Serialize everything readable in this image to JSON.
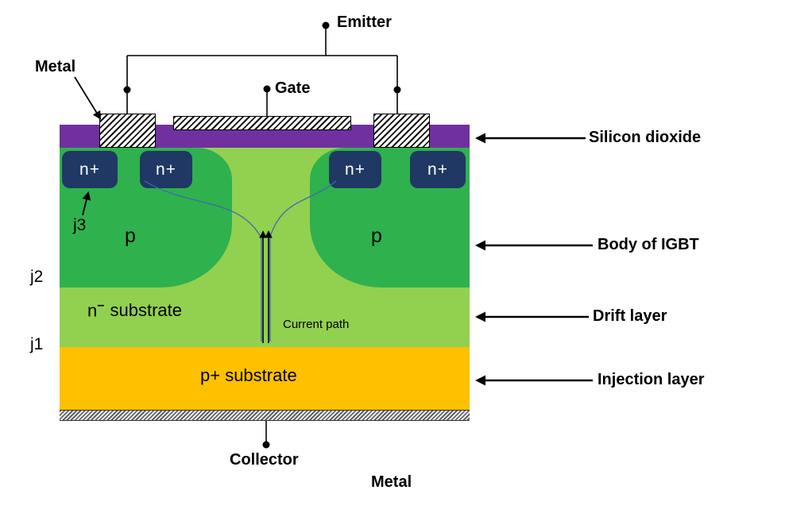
{
  "colors": {
    "oxide_purple": "#7030A0",
    "n_plus_navy": "#1F3864",
    "p_body_green": "#2FB14D",
    "drift_light_green": "#92D050",
    "injection_orange": "#FFC000",
    "channel_line_blue": "#4169B2"
  },
  "terminals": {
    "emitter": "Emitter",
    "gate": "Gate",
    "collector": "Collector"
  },
  "metal_labels": {
    "top": "Metal",
    "bottom": "Metal"
  },
  "junction_labels": {
    "j1": "j1",
    "j2": "j2",
    "j3": "j3"
  },
  "region_labels": {
    "n_plus": "n+",
    "p_body": "p",
    "drift_n": "n",
    "drift_sup": "−",
    "drift_rest": "substrate",
    "injection": "p+ substrate",
    "current_path": "Current path"
  },
  "side_annotations": {
    "silicon_dioxide": "Silicon dioxide",
    "body": "Body of IGBT",
    "drift": "Drift layer",
    "injection": "Injection layer"
  }
}
